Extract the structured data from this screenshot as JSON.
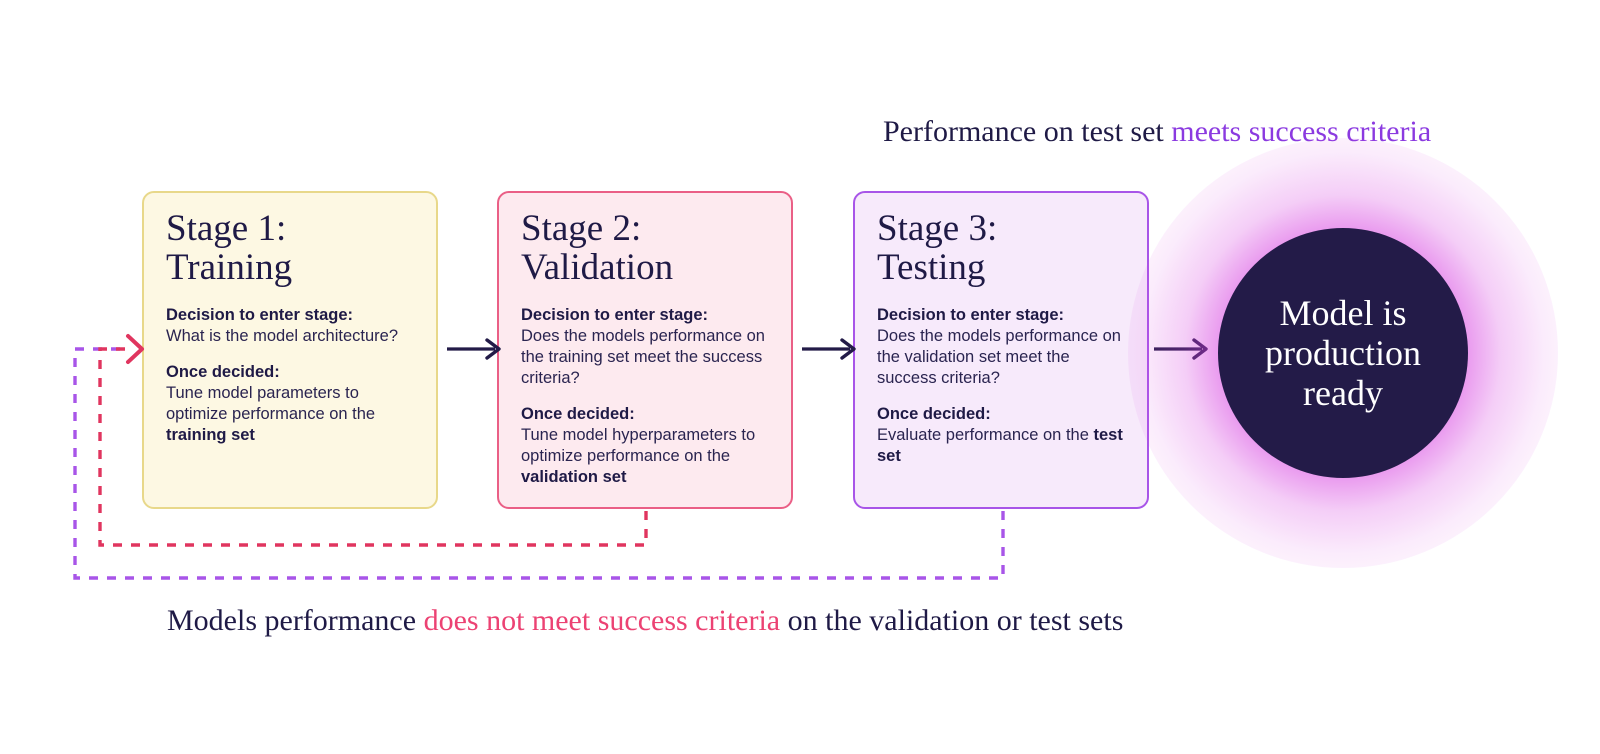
{
  "annotations": {
    "top": {
      "plain_prefix": "Performance on test set ",
      "accent": "meets success criteria",
      "accent_color": "#8b3ae0",
      "plain_color": "#1f1a46"
    },
    "bottom": {
      "plain_prefix": "Models performance ",
      "accent": "does not meet success criteria",
      "plain_suffix": " on the validation or test sets",
      "accent_color": "#ec4273",
      "plain_color": "#1f1a46"
    }
  },
  "stages": [
    {
      "title_line1": "Stage 1:",
      "title_line2": "Training",
      "decision_label": "Decision to enter stage:",
      "decision_text": "What is the model architecture?",
      "once_label": "Once decided:",
      "once_text": "Tune model parameters to optimize performance on the ",
      "once_strong": "training set",
      "fill": "#fdf8e3",
      "border": "#e8d88a"
    },
    {
      "title_line1": "Stage 2:",
      "title_line2": "Validation",
      "decision_label": "Decision to enter stage:",
      "decision_text": "Does the models performance on the training set meet the success criteria?",
      "once_label": "Once decided:",
      "once_text": "Tune model hyperparameters to optimize performance on the ",
      "once_strong": "validation set",
      "fill": "#fdeaef",
      "border": "#ea5f86"
    },
    {
      "title_line1": "Stage 3:",
      "title_line2": "Testing",
      "decision_label": "Decision to enter stage:",
      "decision_text": "Does the models performance on the validation set meet the success criteria?",
      "once_label": "Once decided:",
      "once_text": "Evaluate performance on the ",
      "once_strong": "test set",
      "fill": "#f7eafb",
      "border": "#a855e8"
    }
  ],
  "outcome": {
    "line1": "Model is",
    "line2": "production",
    "line3": "ready",
    "circle_color": "#231b48",
    "glow_color": "#d640e0",
    "text_color": "#ffffff"
  },
  "flow": {
    "arrow_color": "#231b48",
    "loop_validation_color": "#e0355f",
    "loop_testing_color": "#a855e8"
  }
}
